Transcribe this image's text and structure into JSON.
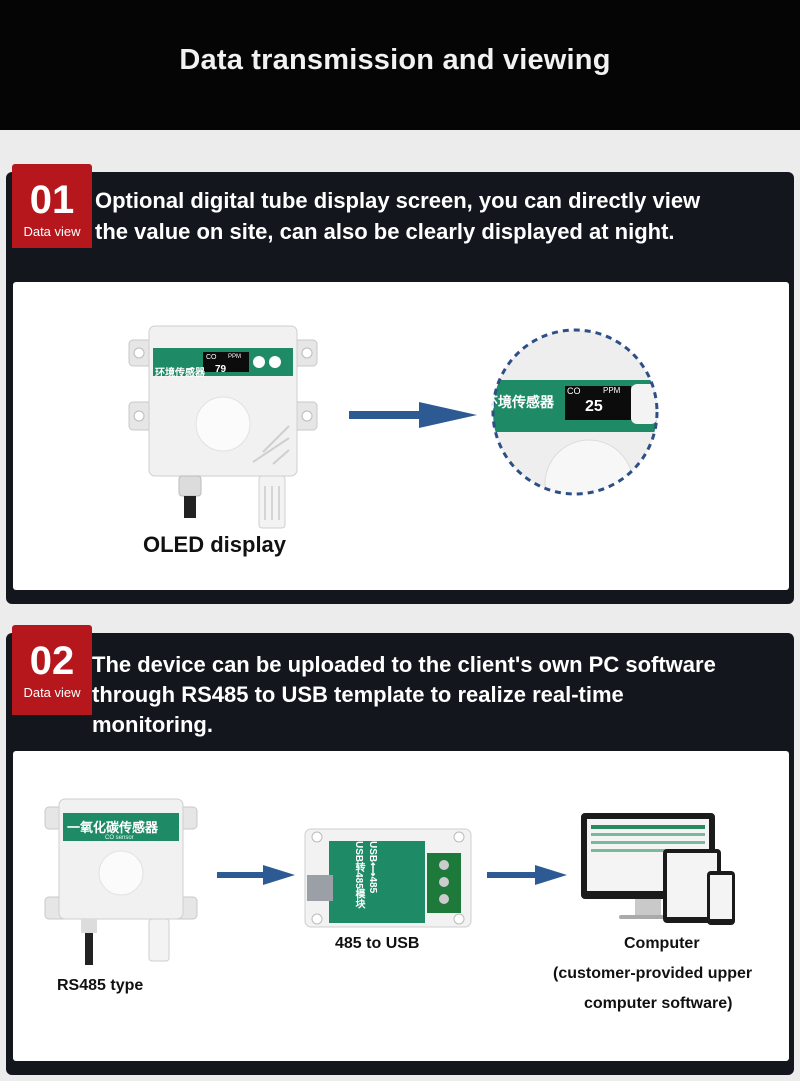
{
  "banner": {
    "title": "Data transmission and viewing"
  },
  "sections": [
    {
      "number": "01",
      "badge_label": "Data view",
      "lines": [
        "Optional digital tube display screen, you can directly view",
        "the value on site, can also be clearly displayed at night."
      ],
      "caption": "OLED display",
      "device": {
        "label_cn": "环境传感器",
        "gas": "CO",
        "unit": "PPM",
        "reading_small": "79",
        "reading_zoom": "25"
      }
    },
    {
      "number": "02",
      "badge_label": "Data view",
      "lines": [
        "The device can be uploaded to the client's own PC software",
        "through RS485 to USB template to realize real-time",
        "monitoring."
      ],
      "sensor": {
        "label_cn": "一氧化碳传感器",
        "sub": "CO sensor"
      },
      "module": {
        "title_cn": "USB转485模块",
        "sub": "USB⟷485"
      },
      "caption_sensor": "RS485 type",
      "caption_module": "485 to USB",
      "caption_computer": [
        "Computer",
        "(customer-provided upper",
        "computer software)"
      ]
    }
  ],
  "colors": {
    "accent_red": "#b5171c",
    "panel_dark": "#14161e",
    "device_green": "#1f8a66",
    "arrow_blue": "#2d5a93"
  }
}
